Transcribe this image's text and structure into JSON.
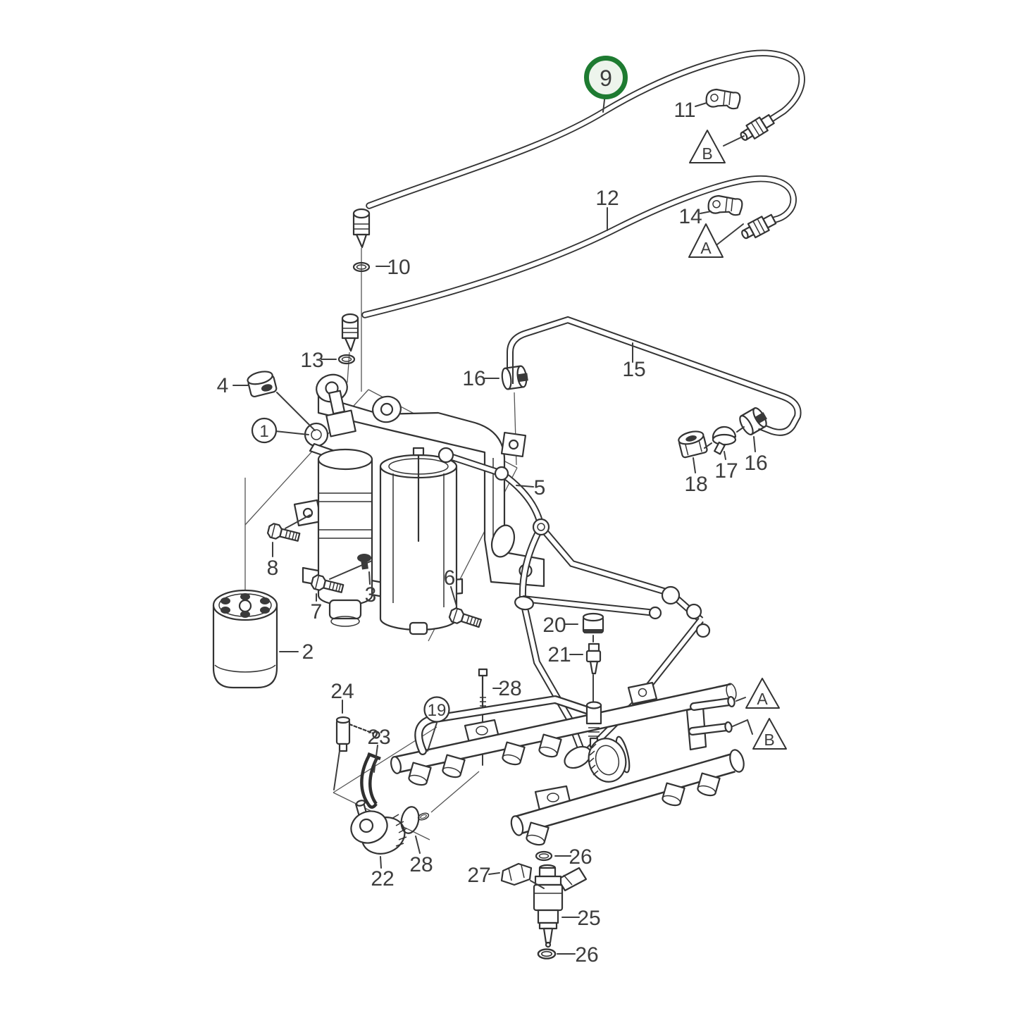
{
  "figure": {
    "background": "#ffffff",
    "line_color": "#333333",
    "label_color": "#3d3d3d",
    "thin_line_color": "#555555",
    "highlight": {
      "part": "9",
      "ring_color": "#1e7b31",
      "fill_color": "#edf4ec"
    }
  },
  "callouts": {
    "plain": [
      {
        "text": "11"
      },
      {
        "text": "12"
      },
      {
        "text": "14"
      },
      {
        "text": "10"
      },
      {
        "text": "13"
      },
      {
        "text": "16"
      },
      {
        "text": "15"
      },
      {
        "text": "4"
      },
      {
        "text": "5"
      },
      {
        "text": "18"
      },
      {
        "text": "17"
      },
      {
        "text": "16"
      },
      {
        "text": "8"
      },
      {
        "text": "6"
      },
      {
        "text": "3"
      },
      {
        "text": "7"
      },
      {
        "text": "2"
      },
      {
        "text": "20"
      },
      {
        "text": "21"
      },
      {
        "text": "28"
      },
      {
        "text": "24"
      },
      {
        "text": "23"
      },
      {
        "text": "22"
      },
      {
        "text": "28"
      },
      {
        "text": "26"
      },
      {
        "text": "27"
      },
      {
        "text": "25"
      },
      {
        "text": "26"
      }
    ],
    "circled": [
      {
        "text": "1"
      },
      {
        "text": "19"
      },
      {
        "text": "9",
        "highlighted": true
      }
    ],
    "triangles": [
      {
        "text": "B"
      },
      {
        "text": "A"
      },
      {
        "text": "A"
      },
      {
        "text": "B"
      }
    ]
  }
}
